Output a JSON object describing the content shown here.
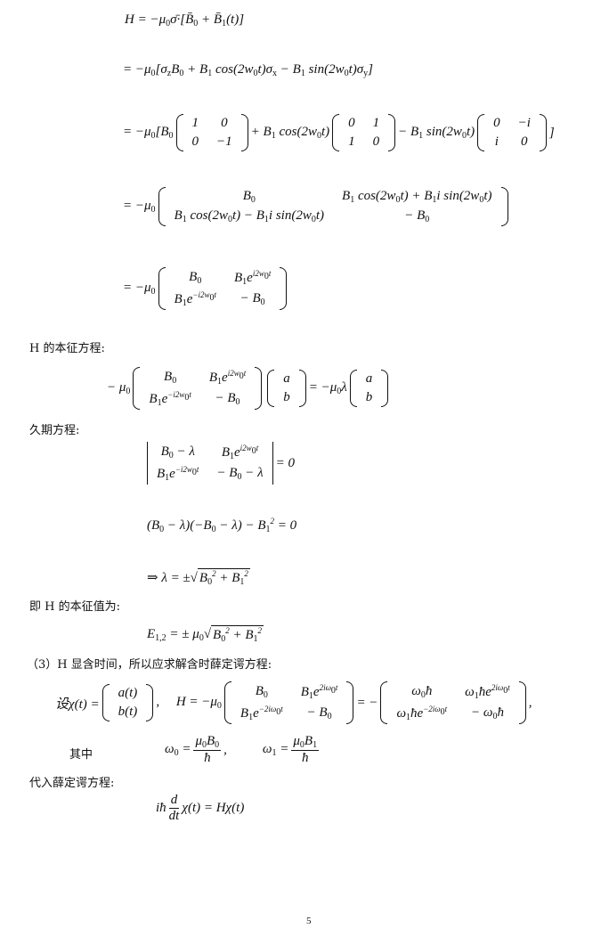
{
  "eq1": "H = −μ_{0}σ̄·[B̄_{0} + B̄_{1}(t)]",
  "eq2": "= −μ_{0}[σ_{z}B_{0} + B_{1} cos(2w_{0}t)σ_{x} − B_{1} sin(2w_{0}t)σ_{y}]",
  "eq3": {
    "pre": "= −μ_{0}[B_{0}",
    "m1": [
      "1",
      "0",
      "0",
      "−1"
    ],
    "mid1": "+ B_{1} cos(2w_{0}t)",
    "m2": [
      "0",
      "1",
      "1",
      "0"
    ],
    "mid2": "− B_{1} sin(2w_{0}t)",
    "m3": [
      "0",
      "−i",
      "i",
      "0"
    ],
    "post": "]"
  },
  "eq4": {
    "pre": "= −μ_{0}",
    "m": [
      "B_{0}",
      "B_{1} cos(2w_{0}t) + B_{1}i sin(2w_{0}t)",
      "B_{1} cos(2w_{0}t) − B_{1}i sin(2w_{0}t)",
      "− B_{0}"
    ]
  },
  "eq5": {
    "pre": "= −μ_{0}",
    "m": [
      "B_{0}",
      "B_{1}e^{i2w_{0}t}",
      "B_{1}e^{−i2w_{0}t}",
      "− B_{0}"
    ]
  },
  "label_eigen_eq": "H 的本征方程:",
  "eq6": {
    "pre": "− μ_{0}",
    "m": [
      "B_{0}",
      "B_{1}e^{i2w_{0}t}",
      "B_{1}e^{−i2w_{0}t}",
      "− B_{0}"
    ],
    "v": [
      "a",
      "b"
    ],
    "mid": "= −μ_{0}λ",
    "v2": [
      "a",
      "b"
    ]
  },
  "label_secular": "久期方程:",
  "eq7": {
    "m": [
      "B_{0} − λ",
      "B_{1}e^{i2w_{0}t}",
      "B_{1}e^{−i2w_{0}t}",
      "− B_{0} − λ"
    ],
    "post": "= 0"
  },
  "eq8": "(B_{0} − λ)(−B_{0} − λ) − B_{1}^{2} = 0",
  "eq9": {
    "pre": "⇒ λ = ±√",
    "rad": "B_{0}^{2} + B_{1}^{2}"
  },
  "label_eigenvalues": "即 H 的本征值为:",
  "eq10": {
    "pre": "E_{1,2} = ± μ_{0}√",
    "rad": "B_{0}^{2} + B_{1}^{2}"
  },
  "label_part3": "（3）H 显含时间，所以应求解含时薛定谔方程:",
  "eq11": {
    "pre": "设χ(t) =",
    "v": [
      "a(t)",
      "b(t)"
    ],
    "mid": ",     H = −μ_{0}",
    "m": [
      "B_{0}",
      "B_{1}e^{2iω_{0}t}",
      "B_{1}e^{−2iω_{0}t}",
      "− B_{0}"
    ],
    "mid2": "= −",
    "m2": [
      "ω_{0}ħ",
      "ω_{1}ħe^{2iω_{0}t}",
      "ω_{1}ħe^{−2iω_{0}t}",
      "− ω_{0}ħ"
    ],
    "post": ","
  },
  "label_where": "其中",
  "eq12": {
    "w0": "ω_{0} =",
    "w0_num": "μ_{0}B_{0}",
    "w0_den": "ħ",
    "w1": "ω_{1} =",
    "w1_num": "μ_{0}B_{1}",
    "w1_den": "ħ"
  },
  "label_substitute": "代入薛定谔方程:",
  "eq13": {
    "pre": "iħ",
    "num": "d",
    "den": "dt",
    "post": "χ(t) = Hχ(t)"
  },
  "page_number": "5"
}
